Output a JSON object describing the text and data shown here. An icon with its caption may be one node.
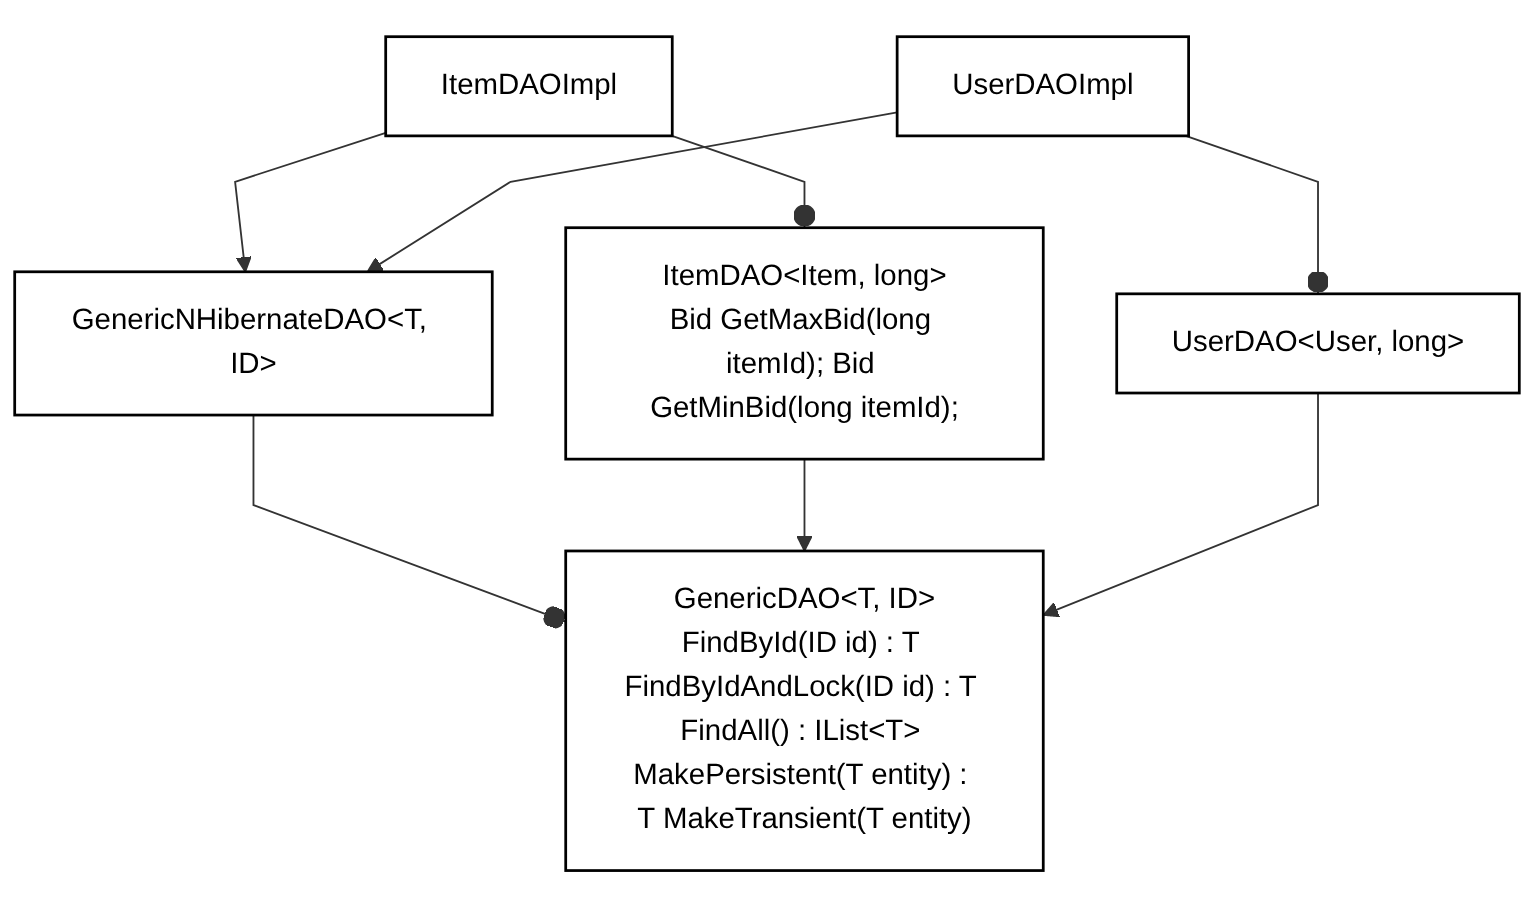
{
  "diagram": {
    "nodes": [
      {
        "text": [
          "GenericDAO<T, ID>",
          "FindById(ID id) : T FindByIdAndLock(ID id) : T FindAll() : IList<T> MakePersistent(T entity) : T MakeTransient(T entity)"
        ]
      },
      {
        "text": [
          "GenericNHibernateDAO<T, ID>"
        ]
      },
      {
        "text": [
          "ItemDAO<Item, long>",
          "Bid GetMaxBid(long itemId); Bid GetMinBid(long itemId);"
        ]
      },
      {
        "text": [
          "ItemDAOImpl"
        ]
      },
      {
        "text": [
          "UserDAO<User, long>"
        ]
      },
      {
        "text": [
          "UserDAOImpl"
        ]
      }
    ],
    "edges": [
      {
        "from": 1,
        "to": 0,
        "arrow": "other"
      },
      {
        "from": 2,
        "to": 0,
        "arrow": "to"
      },
      {
        "from": 4,
        "to": 0,
        "arrow": "to"
      },
      {
        "from": 3,
        "to": 1,
        "arrow": "to"
      },
      {
        "from": 5,
        "to": 1,
        "arrow": "to"
      },
      {
        "from": 3,
        "to": 2,
        "arrow": "other"
      },
      {
        "from": 5,
        "to": 4,
        "arrow": "other"
      }
    ]
  }
}
